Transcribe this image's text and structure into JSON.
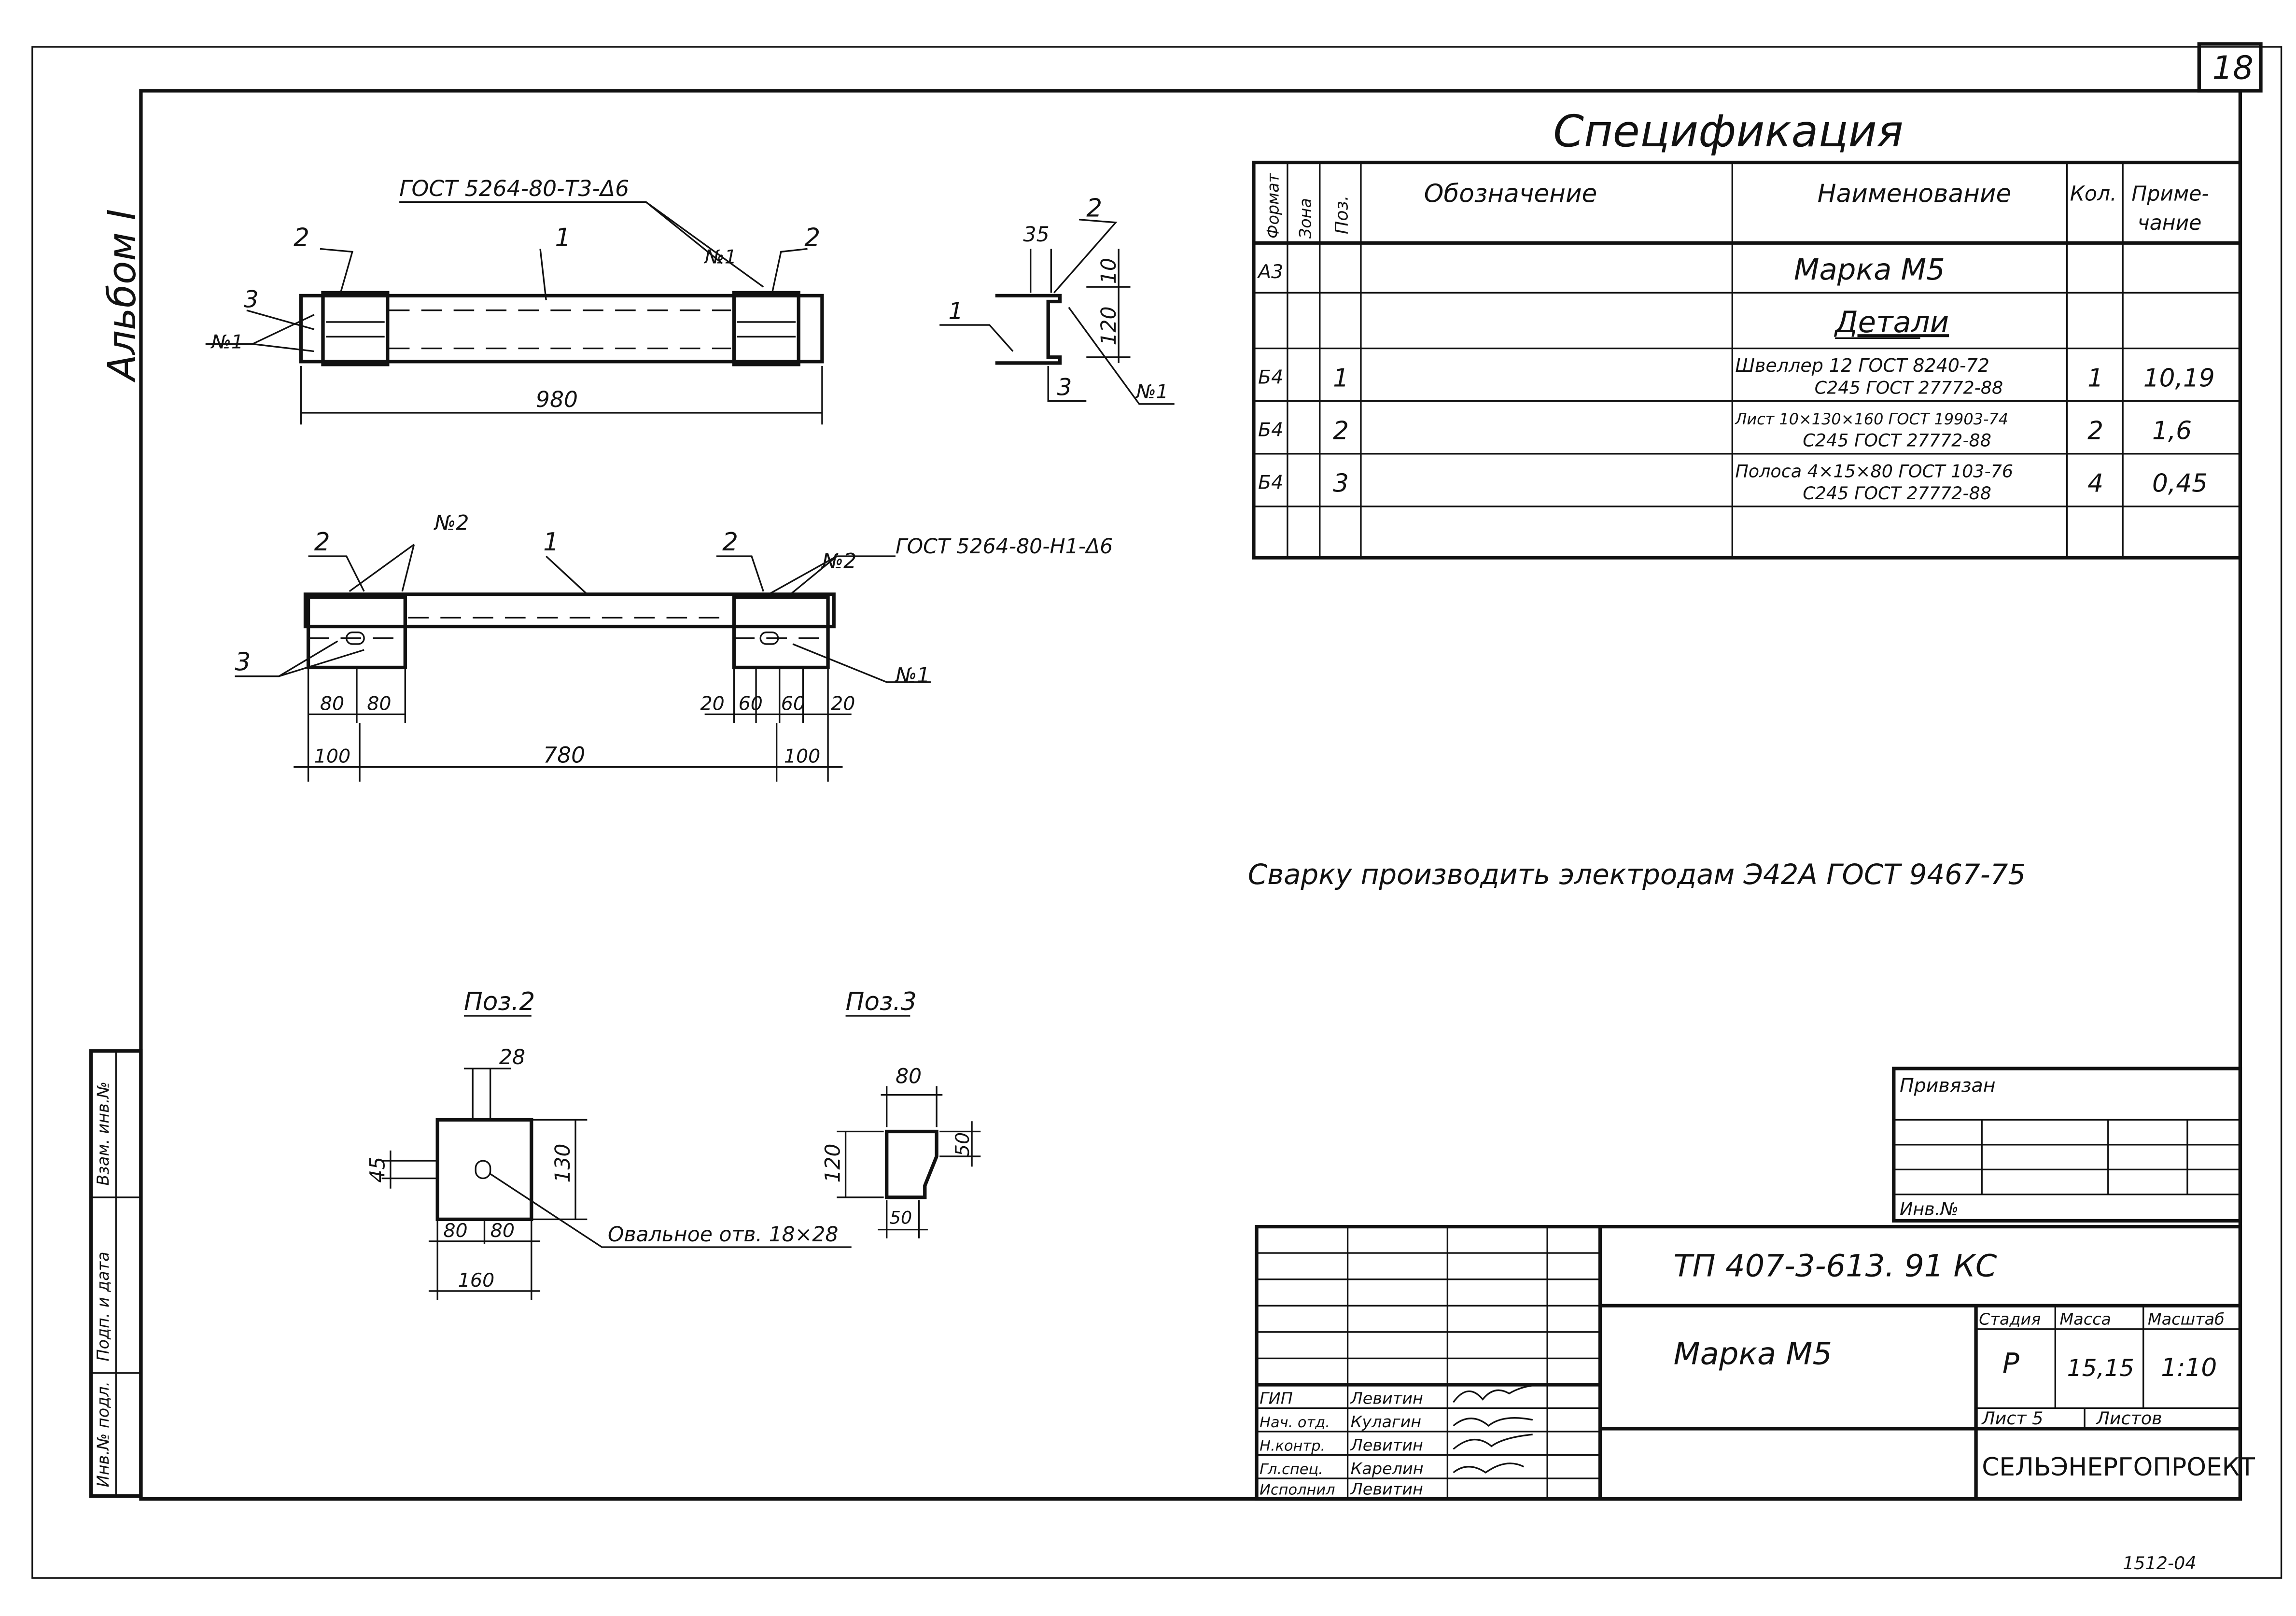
{
  "sheet_number": "18",
  "album_label": "Альбом I",
  "spec": {
    "title": "Спецификация",
    "headers": {
      "format": "Формат",
      "zone": "Зона",
      "pos": "Поз.",
      "designation": "Обозначение",
      "name": "Наименование",
      "qty": "Кол.",
      "note_line1": "Приме-",
      "note_line2": "чание"
    },
    "rows": [
      {
        "format": "А3",
        "zone": "",
        "pos": "",
        "designation": "",
        "name": "Марка  М5",
        "name2": "",
        "qty": "",
        "note": ""
      },
      {
        "format": "",
        "zone": "",
        "pos": "",
        "designation": "",
        "name": "Детали",
        "name2": "",
        "qty": "",
        "note": ""
      },
      {
        "format": "Б4",
        "zone": "",
        "pos": "1",
        "designation": "",
        "name": "Швеллер 12 ГОСТ 8240-72",
        "name2": "С245 ГОСТ 27772-88",
        "qty": "1",
        "note": "10,19"
      },
      {
        "format": "Б4",
        "zone": "",
        "pos": "2",
        "designation": "",
        "name": "Лист 10×130×160 ГОСТ 19903-74",
        "name2": "С245 ГОСТ 27772-88",
        "qty": "2",
        "note": "1,6"
      },
      {
        "format": "Б4",
        "zone": "",
        "pos": "3",
        "designation": "",
        "name": "Полоса  4×15×80 ГОСТ 103-76",
        "name2": "С245 ГОСТ 27772-88",
        "qty": "4",
        "note": "0,45"
      }
    ]
  },
  "views": {
    "top_weld_ref": "ГОСТ 5264-80-Т3-Δ6",
    "front_weld_ref": "ГОСТ 5264-80-Н1-Δ6",
    "callout_1": "1",
    "callout_2": "2",
    "callout_3": "3",
    "weld_n1": "№1",
    "weld_n2": "№2",
    "dim_980": "980",
    "dim_35": "35",
    "dim_10": "10",
    "dim_120": "120",
    "dim_80a": "80",
    "dim_80b": "80",
    "dim_20": "20",
    "dim_60a": "60",
    "dim_60b": "60",
    "dim_20b": "20",
    "dim_100": "100",
    "dim_780": "780",
    "dim_100b": "100"
  },
  "details": {
    "pos2_title": "Поз.2",
    "pos3_title": "Поз.3",
    "pos2_28": "28",
    "pos2_45": "45",
    "pos2_130": "130",
    "pos2_80a": "80",
    "pos2_80b": "80",
    "pos2_160": "160",
    "pos2_hole": "Овальное отв. 18×28",
    "pos3_80": "80",
    "pos3_120": "120",
    "pos3_50": "50",
    "pos3_50b": "50"
  },
  "weld_note": "Сварку производить электродам Э42А ГОСТ 9467-75",
  "binding": {
    "label": "Привязан",
    "inv_label": "Инв.№"
  },
  "title_block": {
    "code": "ТП 407-3-613. 91 КС",
    "name": "Марка  М5",
    "stage_label": "Стадия",
    "mass_label": "Масса",
    "scale_label": "Масштаб",
    "stage": "Р",
    "mass": "15,15",
    "scale": "1:10",
    "sheet_label": "Лист 5",
    "sheets_label": "Листов",
    "org": "СЕЛЬЭНЕРГОПРОЕКТ",
    "signers": [
      {
        "role": "ГИП",
        "name": "Левитин"
      },
      {
        "role": "Нач. отд.",
        "name": "Кулагин"
      },
      {
        "role": "Н.контр.",
        "name": "Левитин"
      },
      {
        "role": "Гл.спец.",
        "name": "Карелин"
      },
      {
        "role": "Исполнил",
        "name": "Левитин"
      }
    ]
  },
  "side_stamp": {
    "inv_podl": "Инв.№ подл.",
    "sign_date": "Подп. и дата",
    "vzam": "Взам. инв.№"
  },
  "bottom_mark": "1512-04"
}
